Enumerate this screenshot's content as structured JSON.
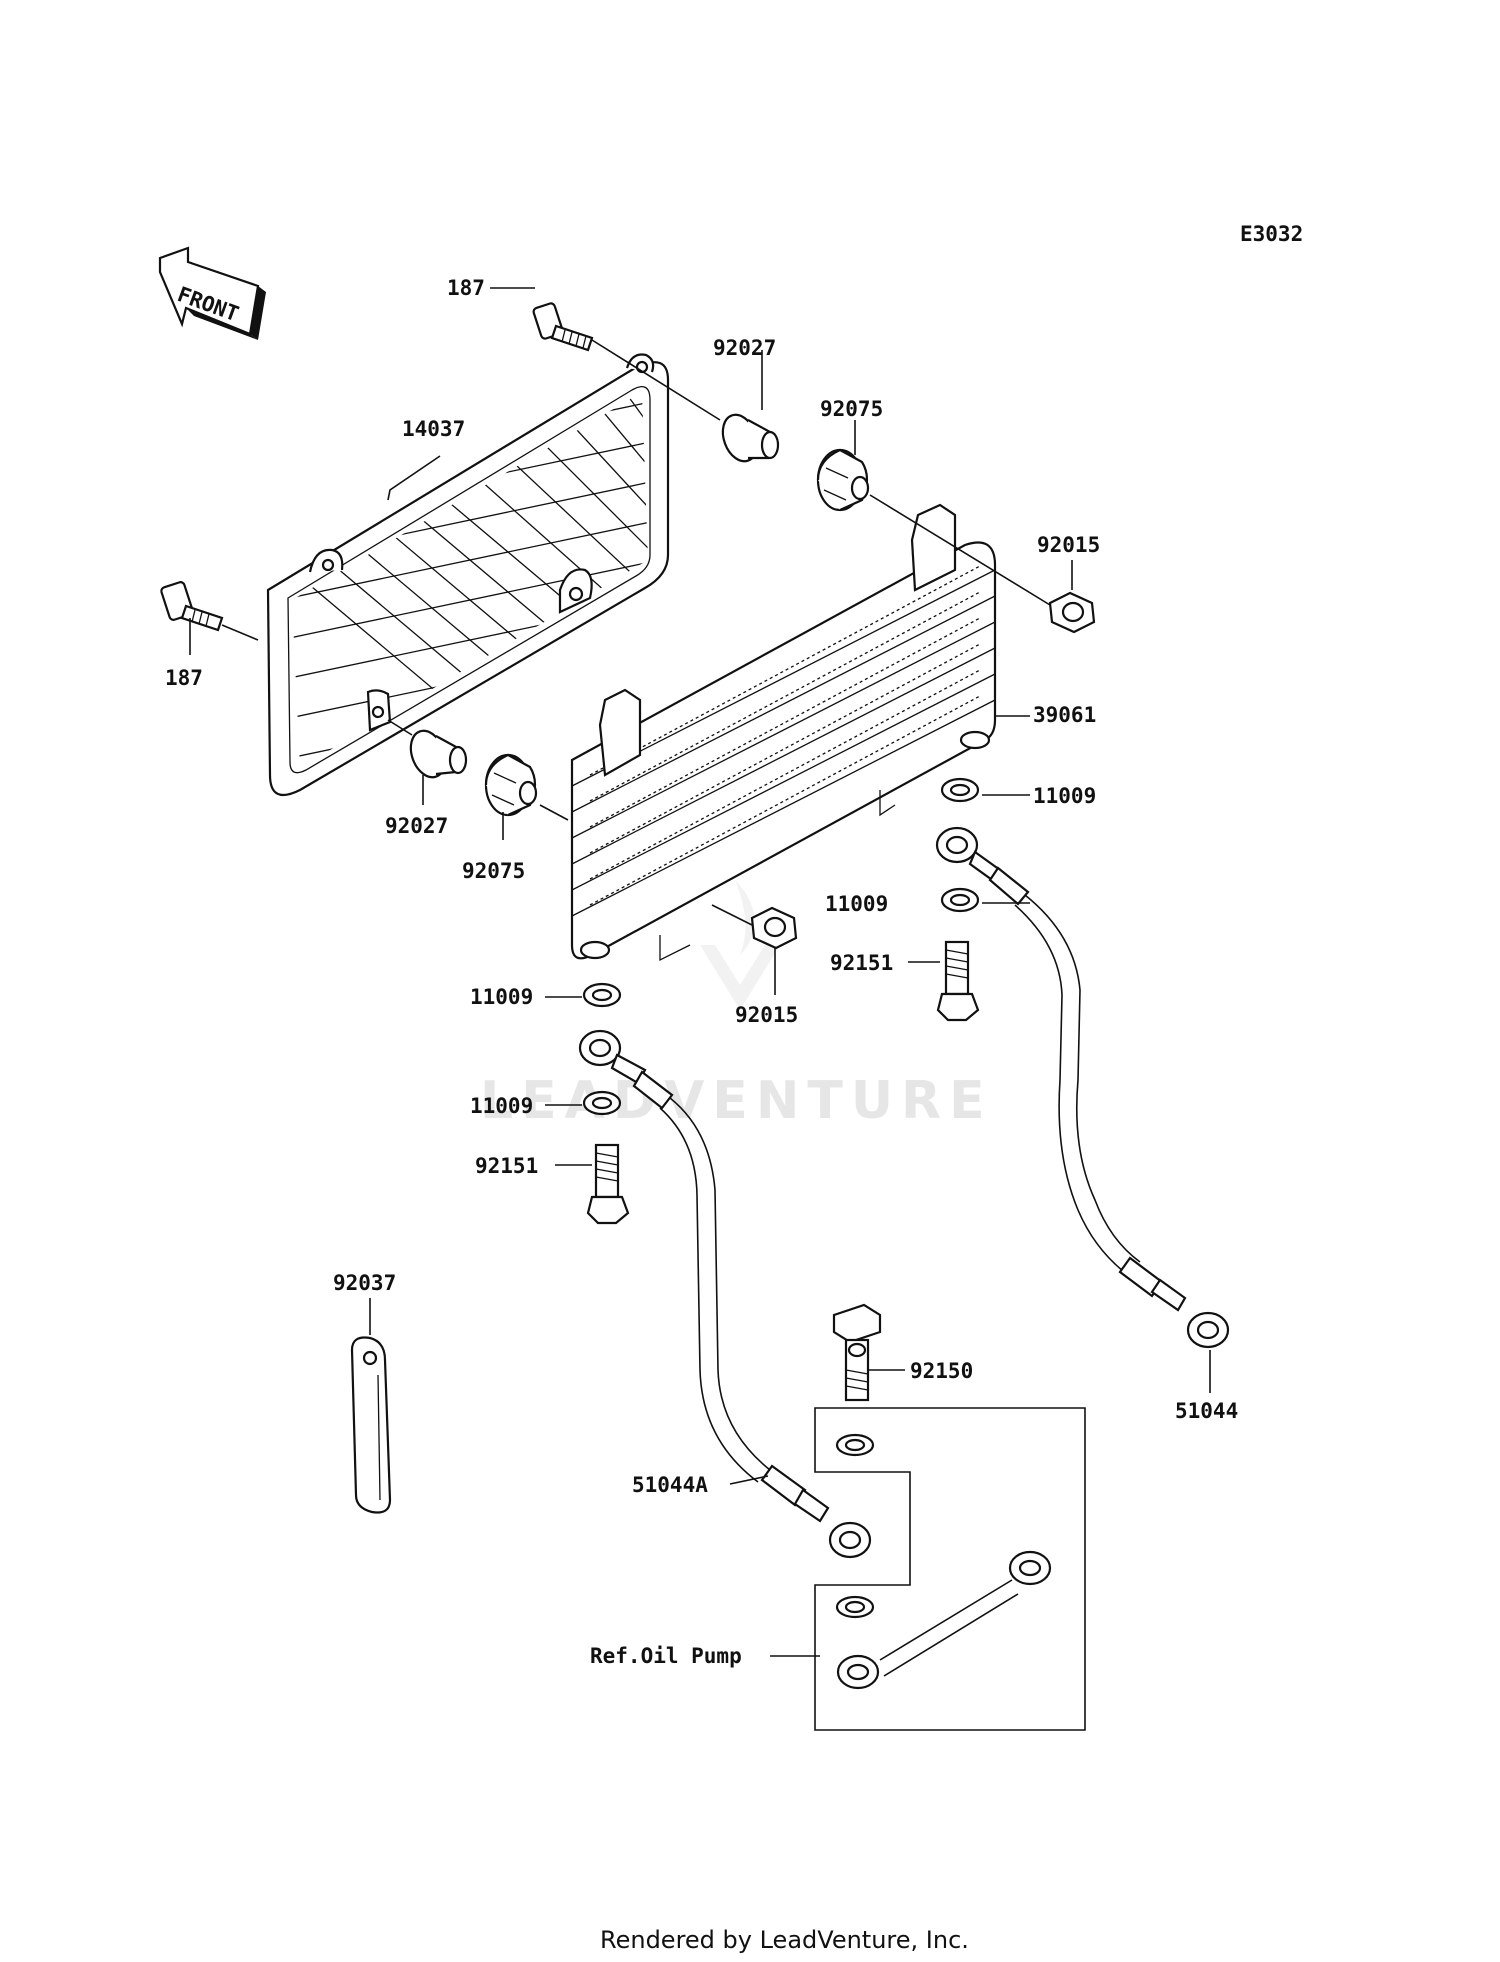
{
  "diagram_code": "E3032",
  "front_label": "FRONT",
  "watermark": "LEADVENTURE",
  "footer": "Rendered by LeadVenture, Inc.",
  "parts": {
    "bolt_top": "187",
    "bolt_left": "187",
    "screen": "14037",
    "collar_top": "92027",
    "damper_top": "92075",
    "nut_top": "92015",
    "oil_cooler": "39061",
    "gasket_right_1": "11009",
    "gasket_right_2": "11009",
    "banjo_bolt_right": "92151",
    "collar_left": "92027",
    "damper_left": "92075",
    "nut_bottom": "92015",
    "gasket_left_1": "11009",
    "gasket_left_2": "11009",
    "banjo_bolt_left": "92151",
    "clamp": "92037",
    "banjo_bolt_pump": "92150",
    "hose_right": "51044",
    "hose_left": "51044A",
    "ref_oil_pump": "Ref.Oil Pump"
  }
}
